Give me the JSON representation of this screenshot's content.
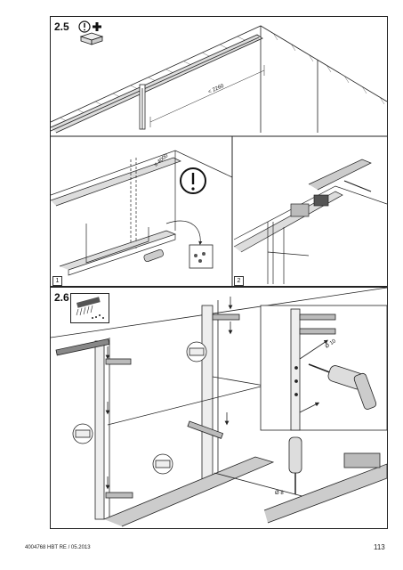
{
  "step_a": {
    "number": "2.5"
  },
  "step_a_dims": {
    "width_label": "< 2260",
    "height_label": "≤ 4000"
  },
  "step_b": {
    "number": "2.6"
  },
  "subpanels": [
    "1",
    "2"
  ],
  "step_b_dims": {
    "hole_upper": "Ø 10",
    "hole_lower": "Ø 8"
  },
  "footer": {
    "doc_ref": "4004768 HBT  RE / 05.2013",
    "page_number": "113"
  },
  "icons": [
    "warning-icon",
    "add-part-icon",
    "parts-box-icon",
    "hand-saw-icon",
    "debris-bin-icon",
    "brush-cleaning-icon",
    "drill-icon",
    "magnifier-callout-icon"
  ]
}
